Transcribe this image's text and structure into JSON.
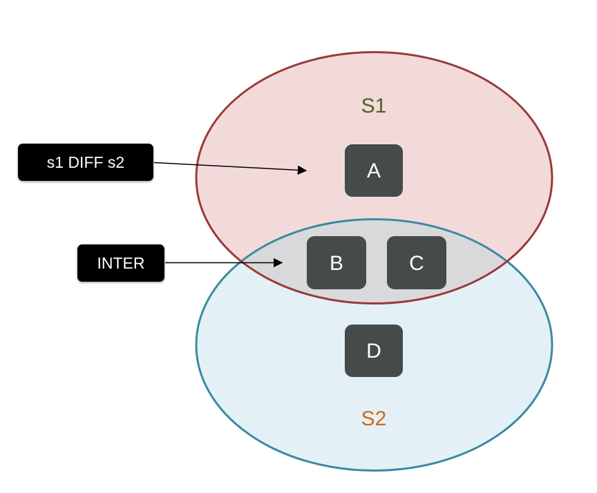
{
  "sets": {
    "s1": {
      "label": "S1",
      "label_color": "#4f5e2a",
      "fill": "#f3dada",
      "stroke": "#9a3a3a"
    },
    "s2": {
      "label": "S2",
      "label_color": "#d4670f",
      "fill": "#e3f1f7",
      "stroke": "#3b8aa0"
    },
    "intersection_fill": "#d9d9db"
  },
  "elements": {
    "a": "A",
    "b": "B",
    "c": "C",
    "d": "D",
    "box_color": "#454a4b",
    "text_color": "#ffffff"
  },
  "callouts": {
    "diff": "s1 DIFF s2",
    "inter": "INTER",
    "bg_color": "#000000",
    "text_color": "#ffffff"
  }
}
